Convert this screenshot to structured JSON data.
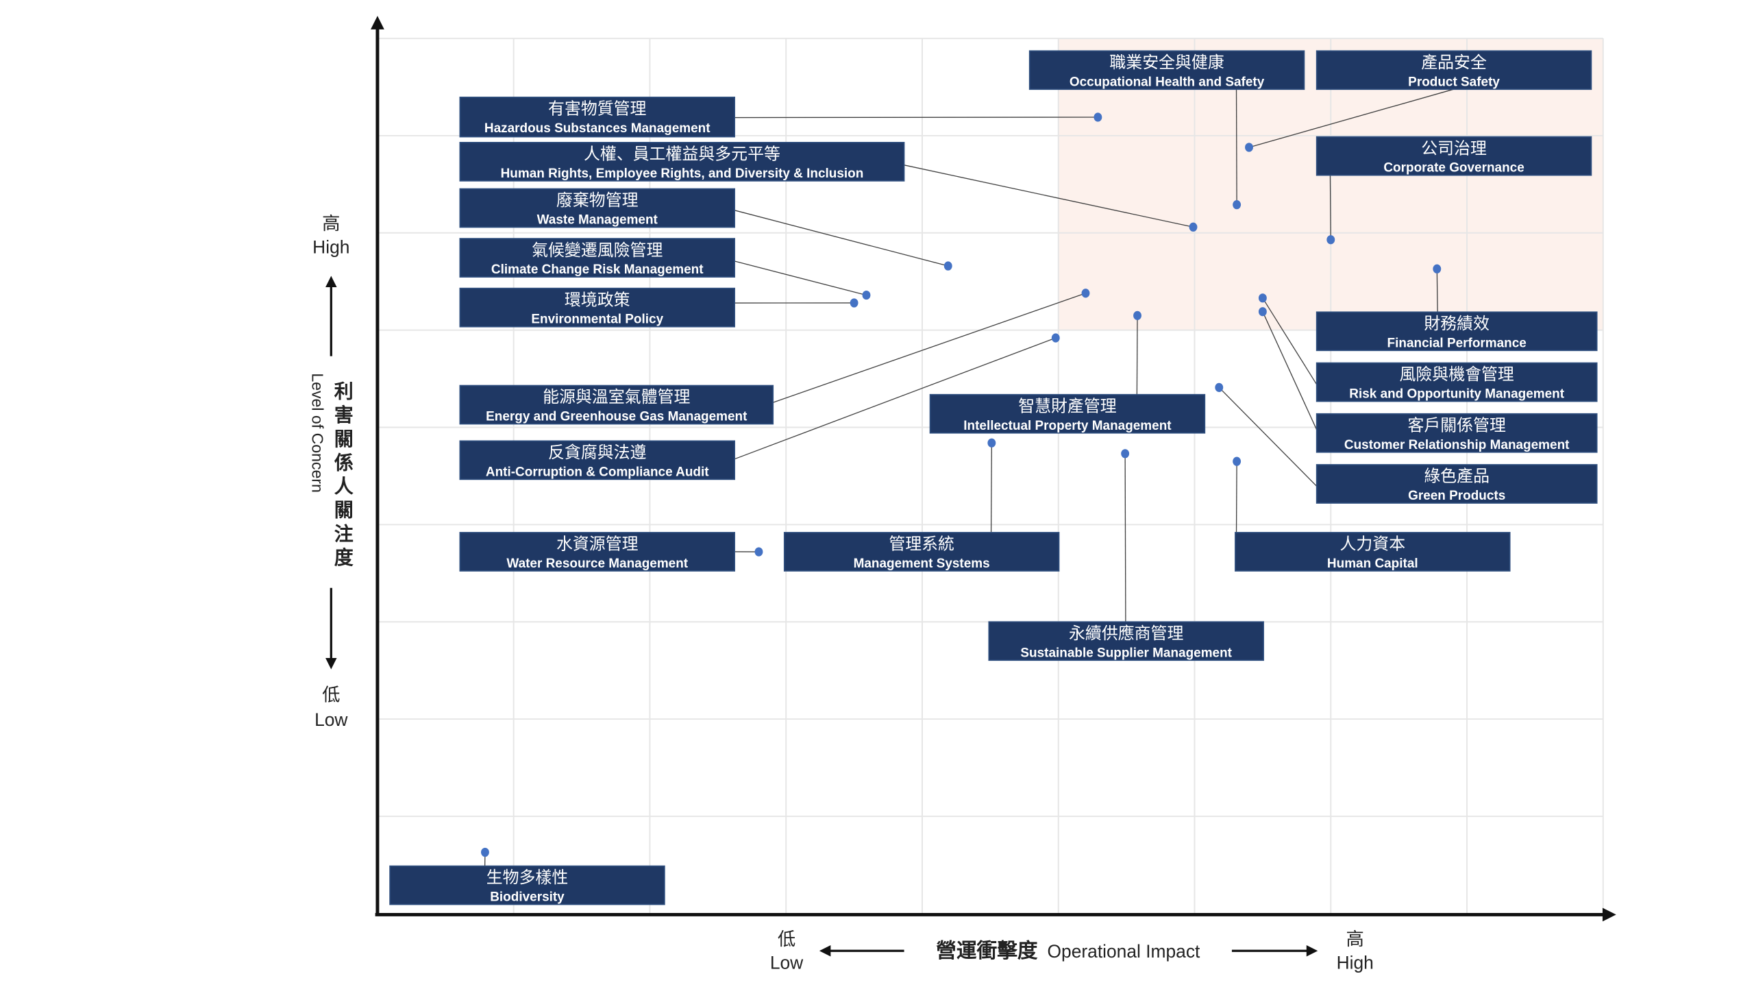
{
  "chart_data": {
    "type": "scatter",
    "title": "",
    "xlabel": {
      "zh": "營運衝擊度",
      "en": "Operational Impact",
      "low_zh": "低",
      "low_en": "Low",
      "high_zh": "高",
      "high_en": "High"
    },
    "ylabel": {
      "zh": "利害關係人關注度",
      "en": "Level of Concern",
      "low_zh": "低",
      "low_en": "Low",
      "high_zh": "高",
      "high_en": "High"
    },
    "xlim": [
      0,
      9
    ],
    "ylim": [
      0,
      9
    ],
    "grid": true,
    "highlight_region": {
      "x": [
        5,
        9
      ],
      "y": [
        6,
        9
      ],
      "color": "#fdf1ec"
    },
    "colors": {
      "box": "#1f3864",
      "dot": "#4472c4"
    },
    "points": [
      {
        "zh": "有害物質管理",
        "en": "Hazardous Substances Management",
        "x": 5.29,
        "y": 8.19
      },
      {
        "zh": "人權、員工權益與多元平等",
        "en": "Human Rights, Employee Rights, and Diversity & Inclusion",
        "x": 5.99,
        "y": 7.06
      },
      {
        "zh": "廢棄物管理",
        "en": "Waste Management",
        "x": 4.19,
        "y": 6.66
      },
      {
        "zh": "氣候變遷風險管理",
        "en": "Climate Change Risk Management",
        "x": 3.59,
        "y": 6.36
      },
      {
        "zh": "環境政策",
        "en": "Environmental Policy",
        "x": 3.5,
        "y": 6.28
      },
      {
        "zh": "能源與溫室氣體管理",
        "en": "Energy and Greenhouse Gas Management",
        "x": 5.2,
        "y": 6.38
      },
      {
        "zh": "反貪腐與法遵",
        "en": "Anti-Corruption & Compliance Audit",
        "x": 4.98,
        "y": 5.92
      },
      {
        "zh": "水資源管理",
        "en": "Water Resource Management",
        "x": 2.8,
        "y": 3.72
      },
      {
        "zh": "職業安全與健康",
        "en": "Occupational Health and Safety",
        "x": 6.31,
        "y": 7.29
      },
      {
        "zh": "產品安全",
        "en": "Product Safety",
        "x": 6.4,
        "y": 7.88
      },
      {
        "zh": "公司治理",
        "en": "Corporate Governance",
        "x": 7.0,
        "y": 6.93
      },
      {
        "zh": "財務績效",
        "en": "Financial Performance",
        "x": 7.78,
        "y": 6.63
      },
      {
        "zh": "風險與機會管理",
        "en": "Risk and Opportunity Management",
        "x": 6.5,
        "y": 6.33
      },
      {
        "zh": "客戶關係管理",
        "en": "Customer Relationship Management",
        "x": 6.5,
        "y": 6.19
      },
      {
        "zh": "綠色產品",
        "en": "Green Products",
        "x": 6.18,
        "y": 5.41
      },
      {
        "zh": "智慧財產管理",
        "en": "Intellectual Property Management",
        "x": 5.58,
        "y": 6.15
      },
      {
        "zh": "管理系統",
        "en": "Management Systems",
        "x": 4.51,
        "y": 4.84
      },
      {
        "zh": "永續供應商管理",
        "en": "Sustainable Supplier Management",
        "x": 5.49,
        "y": 4.73
      },
      {
        "zh": "人力資本",
        "en": "Human Capital",
        "x": 6.31,
        "y": 4.65
      },
      {
        "zh": "生物多樣性",
        "en": "Biodiversity",
        "x": 0.79,
        "y": 0.63
      }
    ]
  }
}
